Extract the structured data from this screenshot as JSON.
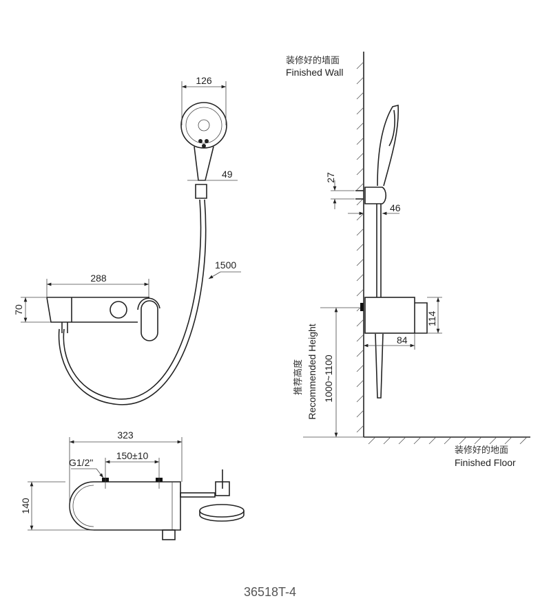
{
  "dimensions": {
    "head_width": "126",
    "holder_width": "49",
    "hose_length": "1500",
    "body_width": "288",
    "body_height": "70",
    "total_width": "323",
    "inlet_spacing": "150±10",
    "inlet_thread": "G1/2\"",
    "body_depth": "140",
    "holder_spacing": "27",
    "holder_projection": "46",
    "valve_height": "114",
    "valve_projection": "84"
  },
  "labels": {
    "wall_cn": "装修好的墙面",
    "wall_en": "Finished Wall",
    "floor_cn": "装修好的地面",
    "floor_en": "Finished Floor",
    "height_cn": "推荐高度",
    "height_en": "Recommended Height",
    "height_range": "1000~1100"
  },
  "model_number": "36518T-4"
}
